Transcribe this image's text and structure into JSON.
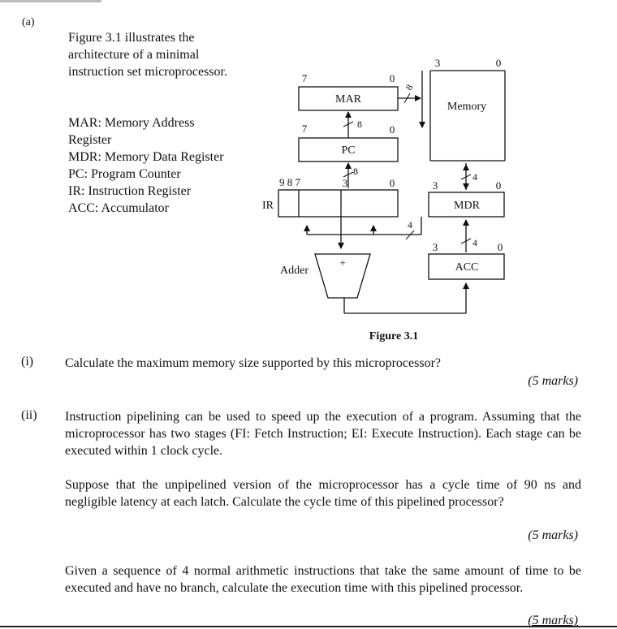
{
  "part_label": "(a)",
  "intro": "Figure 3.1 illustrates the architecture of a minimal instruction set microprocessor.",
  "definitions": [
    "MAR: Memory Address Register",
    "MDR: Memory Data Register",
    "PC: Program Counter",
    "IR: Instruction Register",
    "ACC: Accumulator"
  ],
  "figure": {
    "caption": "Figure 3.1",
    "mar": {
      "label": "MAR",
      "bit_hi": "7",
      "bit_lo": "0"
    },
    "pc": {
      "label": "PC",
      "bit_hi": "7",
      "bit_lo": "0"
    },
    "ir": {
      "label": "IR",
      "bits_hi": "9 8 7",
      "bit_mid": "3",
      "bit_lo": "0"
    },
    "memory": {
      "label": "Memory",
      "bit_hi": "3",
      "bit_lo": "0"
    },
    "mdr": {
      "label": "MDR",
      "bit_hi": "3",
      "bit_lo": "0"
    },
    "acc": {
      "label": "ACC",
      "bit_hi": "3",
      "bit_lo": "0"
    },
    "adder": {
      "label": "Adder",
      "symbol": "+"
    },
    "bus_widths": {
      "mar_to_mem": "8",
      "pc_to_mar": "8",
      "ir_to_pc": "8",
      "mem_to_mdr": "4",
      "mdr_bus": "4",
      "acc_to_mdr": "4"
    }
  },
  "questions": [
    {
      "number": "(i)",
      "paragraphs": [
        "Calculate the maximum memory size supported by this microprocessor?"
      ],
      "marks": "(5 marks)"
    },
    {
      "number": "(ii)",
      "paragraphs": [
        "Instruction pipelining can be used to speed up the execution of a program. Assuming that the microprocessor has two stages (FI: Fetch Instruction; EI: Execute Instruction). Each stage can be executed within 1 clock cycle.",
        "Suppose that the unpipelined version of the microprocessor has a cycle time of 90 ns and negligible latency at each latch. Calculate the cycle time of this pipelined processor?",
        "Given a sequence of 4 normal arithmetic instructions that take the same amount of time to be executed and have no branch, calculate the execution time with this pipelined processor."
      ],
      "marks_list": [
        "(5 marks)",
        "(5 marks)"
      ]
    }
  ]
}
